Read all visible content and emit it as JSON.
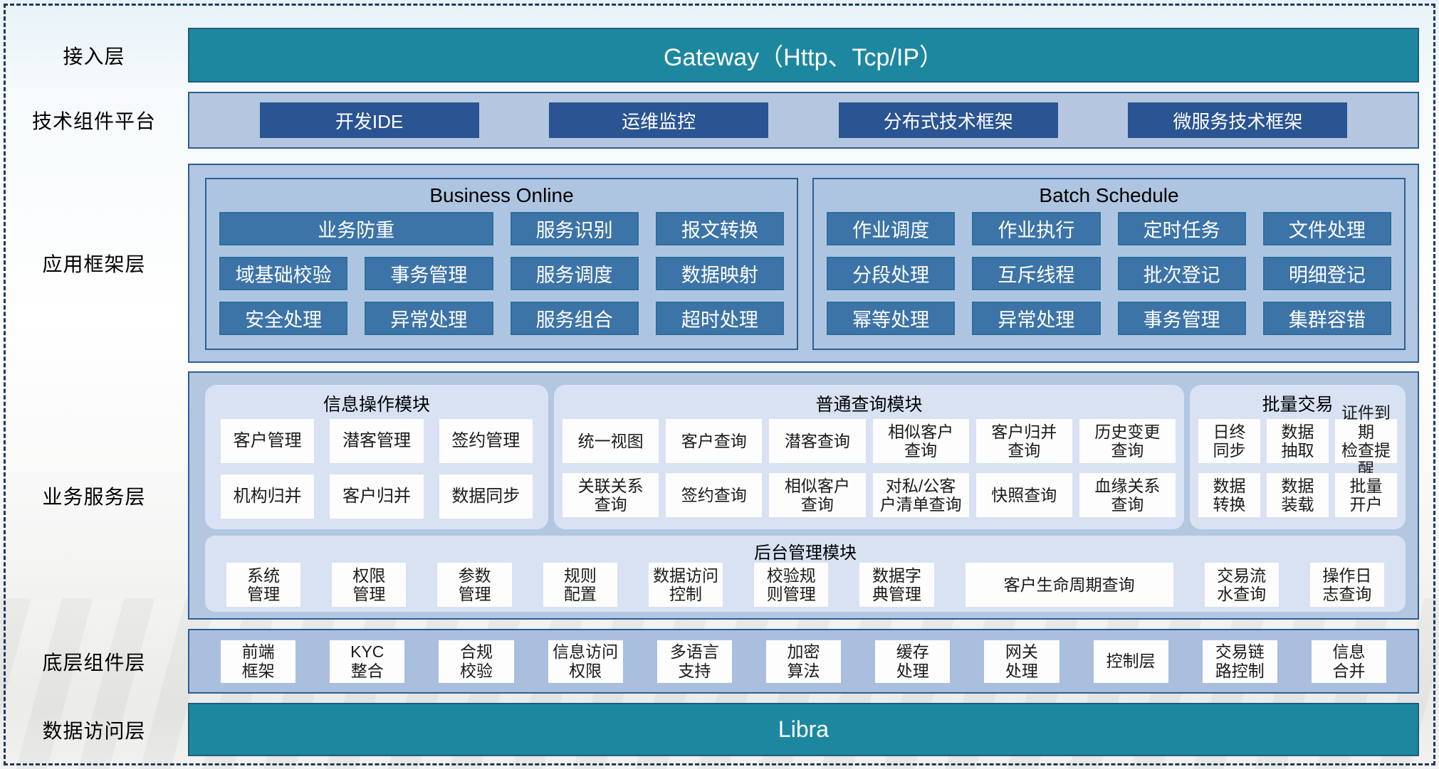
{
  "colors": {
    "teal_bar": "#1d87a0",
    "panel_blue": "#b0c6e1",
    "navy_button": "#2a5492",
    "blue_button": "#3d74a8",
    "rounded_subpanel": "#d9e2f3",
    "white_chip": "#fdfdfd",
    "dashed_border": "#1e3a5f"
  },
  "access_layer": {
    "label": "接入层",
    "bar_text": "Gateway（Http、Tcp/IP）"
  },
  "tech_platform": {
    "label": "技术组件平台",
    "items": [
      "开发IDE",
      "运维监控",
      "分布式技术框架",
      "微服务技术框架"
    ]
  },
  "app_framework": {
    "label": "应用框架层",
    "business_online": {
      "title": "Business Online",
      "row1": [
        "业务防重",
        "服务识别",
        "报文转换"
      ],
      "row2": [
        "域基础校验",
        "事务管理",
        "服务调度",
        "数据映射"
      ],
      "row3": [
        "安全处理",
        "异常处理",
        "服务组合",
        "超时处理"
      ]
    },
    "batch_schedule": {
      "title": "Batch Schedule",
      "row1": [
        "作业调度",
        "作业执行",
        "定时任务",
        "文件处理"
      ],
      "row2": [
        "分段处理",
        "互斥线程",
        "批次登记",
        "明细登记"
      ],
      "row3": [
        "幂等处理",
        "异常处理",
        "事务管理",
        "集群容错"
      ]
    }
  },
  "business_service": {
    "label": "业务服务层",
    "info_ops": {
      "title": "信息操作模块",
      "row1": [
        "客户管理",
        "潜客管理",
        "签约管理"
      ],
      "row2": [
        "机构归并",
        "客户归并",
        "数据同步"
      ]
    },
    "common_query": {
      "title": "普通查询模块",
      "row1": [
        "统一视图",
        "客户查询",
        "潜客查询",
        "相似客户\n查询",
        "客户归并\n查询",
        "历史变更\n查询"
      ],
      "row2": [
        "关联关系\n查询",
        "签约查询",
        "相似客户\n查询",
        "对私/公客\n户清单查询",
        "快照查询",
        "血缘关系\n查询"
      ]
    },
    "batch_trade": {
      "title": "批量交易",
      "row1": [
        "日终\n同步",
        "数据\n抽取",
        "证件到期\n检查提醒"
      ],
      "row2": [
        "数据\n转换",
        "数据\n装载",
        "批量\n开户"
      ]
    },
    "admin": {
      "title": "后台管理模块",
      "items": [
        "系统\n管理",
        "权限\n管理",
        "参数\n管理",
        "规则\n配置",
        "数据访问\n控制",
        "校验规\n则管理",
        "数据字\n典管理",
        "客户生命周期查询",
        "交易流\n水查询",
        "操作日\n志查询"
      ]
    }
  },
  "base_components": {
    "label": "底层组件层",
    "items": [
      "前端\n框架",
      "KYC\n整合",
      "合规\n校验",
      "信息访问\n权限",
      "多语言\n支持",
      "加密\n算法",
      "缓存\n处理",
      "网关\n处理",
      "控制层",
      "交易链\n路控制",
      "信息\n合并"
    ]
  },
  "data_access": {
    "label": "数据访问层",
    "bar_text": "Libra"
  }
}
